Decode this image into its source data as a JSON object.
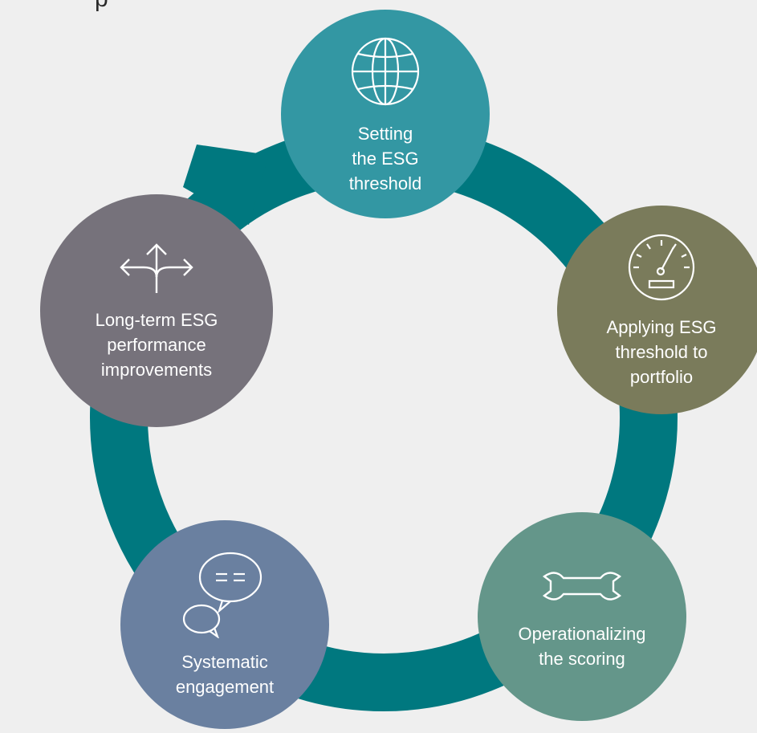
{
  "colors": {
    "background": "#efefef",
    "cycle_arrow": "#00787f",
    "step_1": "#3397a3",
    "step_2": "#7a7b5b",
    "step_3": "#64968a",
    "step_4": "#6a80a0",
    "step_5": "#76727b"
  },
  "header": {
    "fragment": "p"
  },
  "steps": [
    {
      "label": "Setting\nthe ESG\nthreshold",
      "icon": "globe-icon"
    },
    {
      "label": "Applying ESG\nthreshold to\nportfolio",
      "icon": "speedometer-icon"
    },
    {
      "label": "Operationalizing\nthe scoring",
      "icon": "wrench-icon"
    },
    {
      "label": "Systematic\nengagement",
      "icon": "speech-bubbles-icon"
    },
    {
      "label": "Long-term ESG\nperformance\nimprovements",
      "icon": "branching-arrows-icon"
    }
  ]
}
